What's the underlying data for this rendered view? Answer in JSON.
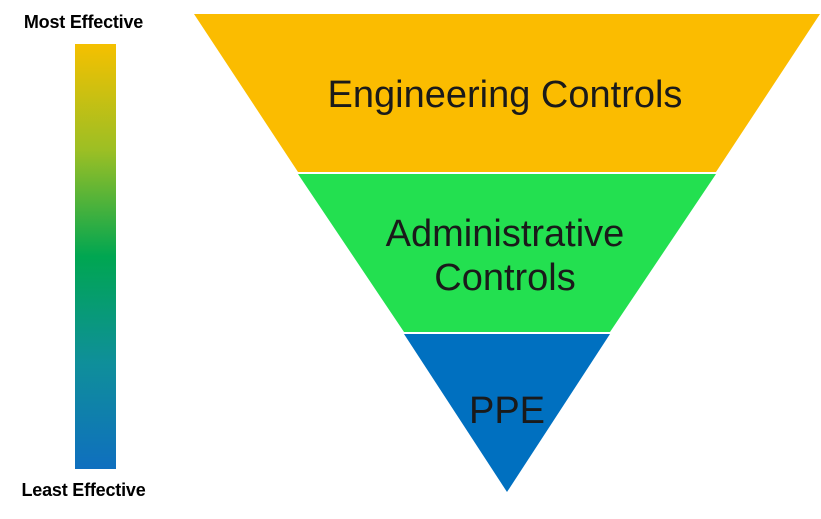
{
  "scale": {
    "top_label": "Most Effective",
    "bottom_label": "Least Effective",
    "colors": [
      "#f5c000",
      "#9cbf24",
      "#00a651",
      "#0f8f9a",
      "#0f6fbf"
    ]
  },
  "pyramid": {
    "tiers": [
      {
        "lines": [
          "Engineering Controls"
        ],
        "color": "#fbbc00"
      },
      {
        "lines": [
          "Administrative",
          "Controls"
        ],
        "color": "#23e050"
      },
      {
        "lines": [
          "PPE"
        ],
        "color": "#0070c0"
      }
    ]
  }
}
